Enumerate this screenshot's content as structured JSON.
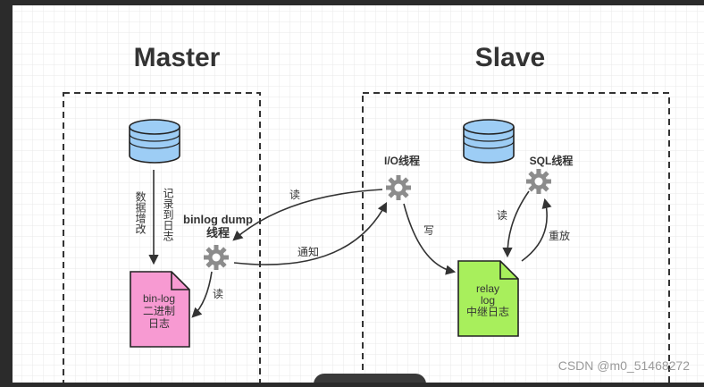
{
  "diagram": {
    "master_title": "Master",
    "slave_title": "Slave",
    "db_write_label": "数据增改",
    "db_record_label": "记录到日志",
    "dump_thread_label_1": "binlog dump",
    "dump_thread_label_2": "线程",
    "io_thread_label": "I/O线程",
    "sql_thread_label": "SQL线程",
    "read_label_io_dump": "读",
    "notify_label": "通知",
    "read_label_dump_binlog": "读",
    "write_label": "写",
    "read_label_sql": "读",
    "replay_label": "重放",
    "binlog_file_line1": "bin-log",
    "binlog_file_line2": "二进制",
    "binlog_file_line3": "日志",
    "relay_file_line1": "relay",
    "relay_file_line2": "log",
    "relay_file_line3": "中继日志"
  },
  "watermark": "CSDN @m0_51468272",
  "colors": {
    "canvas": "#ffffff",
    "grid": "#e6e6e6",
    "frame": "#2b2b2b",
    "db_fill": "#9dcdf5",
    "binlog_fill": "#f79ad2",
    "relay_fill": "#a8ef5c",
    "gear": "#8a8a8a"
  }
}
